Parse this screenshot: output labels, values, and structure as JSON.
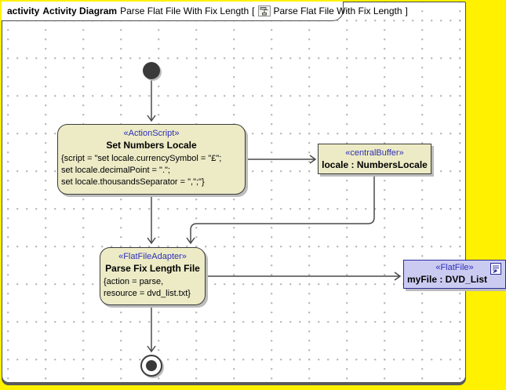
{
  "header": {
    "keyword": "activity",
    "diagram_type": "Activity Diagram",
    "diagram_name": "Parse Flat File With Fix Length",
    "bracket_open": "[",
    "frame_label": "Parse Flat File With Fix Length",
    "bracket_close": "]",
    "icon": "activity-diagram-icon"
  },
  "nodes": {
    "initial": {
      "type": "initial-node"
    },
    "set_numbers_locale": {
      "stereotype": "«ActionScript»",
      "name": "Set Numbers Locale",
      "body_lines": [
        "{script = \"set locale.currencySymbol = \"£\";",
        "set locale.decimalPoint = \".\";",
        "set locale.thousandsSeparator = \",\";\"}"
      ]
    },
    "locale_buffer": {
      "stereotype": "«centralBuffer»",
      "name": "locale : NumbersLocale"
    },
    "parse_fix_length": {
      "stereotype": "«FlatFileAdapter»",
      "name": "Parse Fix Length File",
      "body_lines": [
        "{action = parse,",
        "resource = dvd_list.txt}"
      ]
    },
    "my_file": {
      "stereotype": "«FlatFile»",
      "name": "myFile : DVD_List",
      "icon": "document-icon"
    },
    "final": {
      "type": "activity-final-node"
    }
  },
  "edges": [
    {
      "from": "initial",
      "to": "set_numbers_locale"
    },
    {
      "from": "set_numbers_locale",
      "to": "locale_buffer"
    },
    {
      "from": "locale_buffer",
      "to": "parse_fix_length"
    },
    {
      "from": "set_numbers_locale",
      "to": "parse_fix_length"
    },
    {
      "from": "parse_fix_length",
      "to": "my_file"
    },
    {
      "from": "parse_fix_length",
      "to": "final"
    }
  ],
  "colors": {
    "page_background": "#FFF100",
    "frame_background": "#FFFFFF",
    "frame_border": "#4D4D4D",
    "node_fill": "#ECEBC6",
    "node_border": "#3C3C3C",
    "object_node_fill": "#CBCBF2",
    "object_node_border": "#2B2B9E",
    "stereotype_text": "#2E2EB8",
    "edge_stroke": "#4A4A4A",
    "shadow": "#BCBCBC"
  }
}
